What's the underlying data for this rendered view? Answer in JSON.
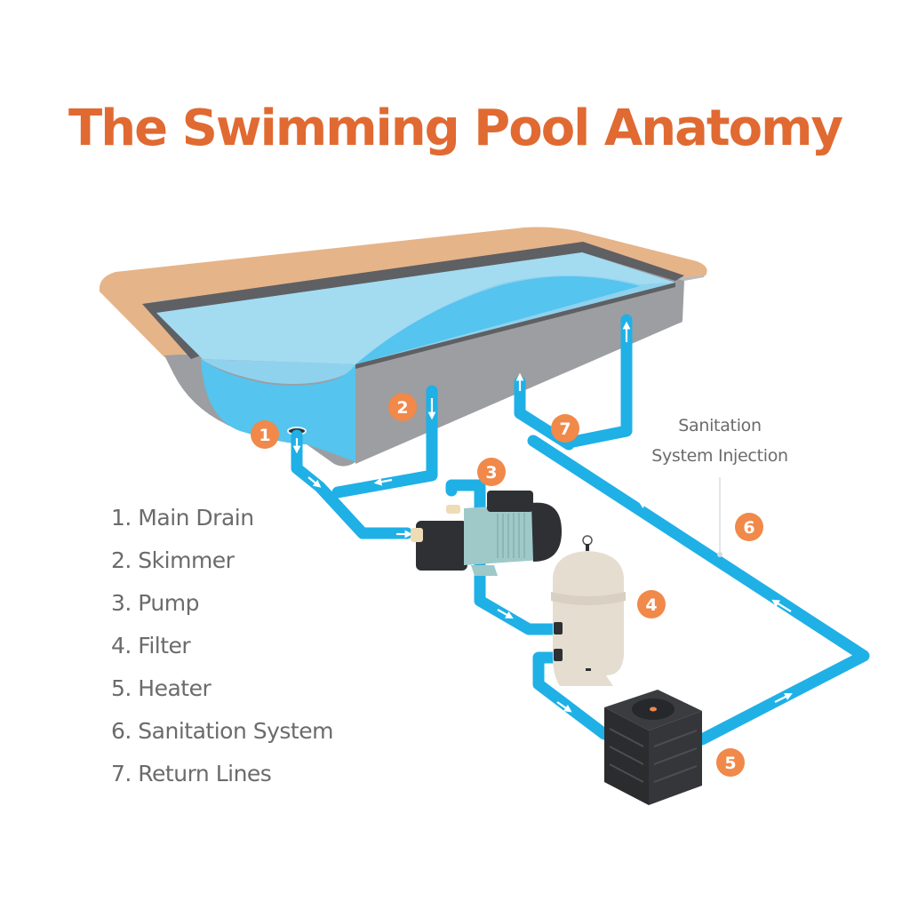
{
  "title": "The Swimming Pool Anatomy",
  "legend": {
    "items": [
      {
        "number": 1,
        "label": "1. Main Drain"
      },
      {
        "number": 2,
        "label": "2. Skimmer"
      },
      {
        "number": 3,
        "label": "3. Pump"
      },
      {
        "number": 4,
        "label": "4. Filter"
      },
      {
        "number": 5,
        "label": "5. Heater"
      },
      {
        "number": 6,
        "label": "6. Sanitation System"
      },
      {
        "number": 7,
        "label": "7. Return Lines"
      }
    ]
  },
  "badges": {
    "b1": "1",
    "b2": "2",
    "b3": "3",
    "b4": "4",
    "b5": "5",
    "b6": "6",
    "b7": "7"
  },
  "callout": {
    "line1": "Sanitation",
    "line2": "System Injection"
  },
  "colors": {
    "title": "#e06a32",
    "badge": "#f0894a",
    "pipe": "#1fb0e6",
    "water_light": "#9ed8f0",
    "water_deep": "#4fc3ef",
    "pool_shell": "#9c9ea1",
    "coping": "#e6b489",
    "text": "#6b6b6b"
  }
}
